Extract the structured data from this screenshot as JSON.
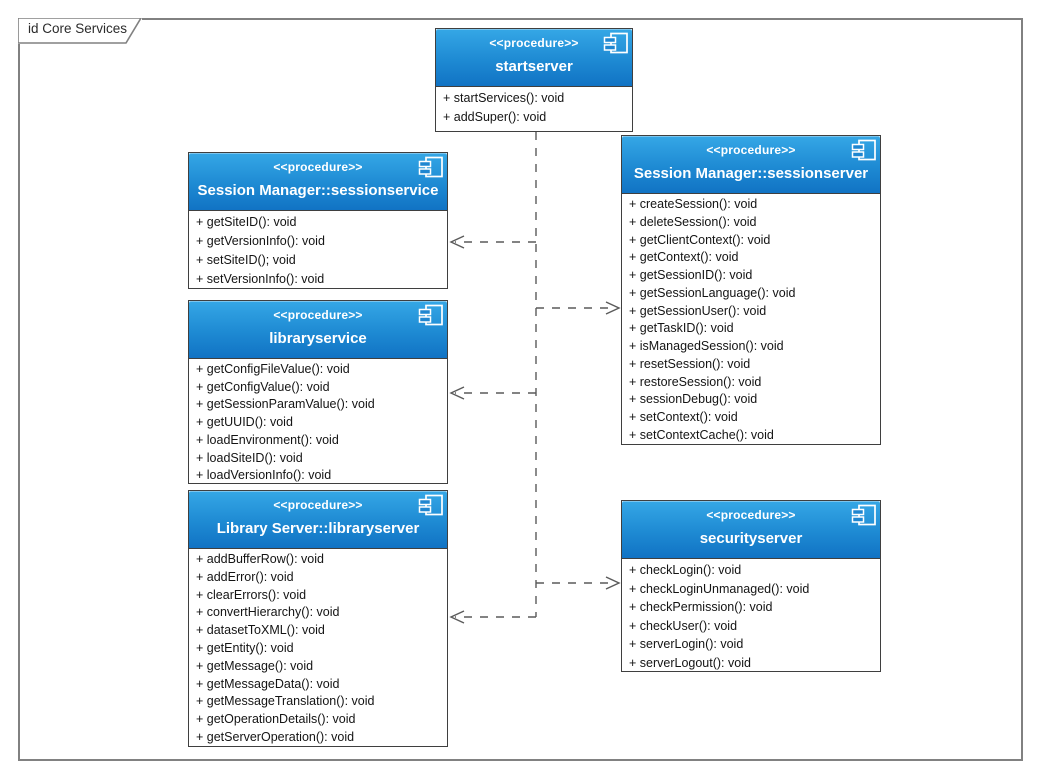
{
  "frame": {
    "label": "id Core Services"
  },
  "colors": {
    "header_gradient_top": "#35a7e6",
    "header_gradient_bottom": "#1173c4",
    "box_border": "#3f3f3f",
    "frame_border": "#818181",
    "connector": "#5a5a5a",
    "header_text": "#ffffff",
    "method_text": "#141414"
  },
  "boxes": [
    {
      "id": "startserver",
      "stereotype": "<<procedure>>",
      "name": "startserver",
      "methods": [
        "+ startServices(): void",
        "+ addSuper(): void"
      ]
    },
    {
      "id": "sessionservice",
      "stereotype": "<<procedure>>",
      "name": "Session Manager::sessionservice",
      "methods": [
        "+ getSiteID(): void",
        "+ getVersionInfo(): void",
        "+ setSiteID(); void",
        "+ setVersionInfo(): void"
      ]
    },
    {
      "id": "libraryservice",
      "stereotype": "<<procedure>>",
      "name": "libraryservice",
      "methods": [
        "+ getConfigFileValue(): void",
        "+ getConfigValue(): void",
        "+ getSessionParamValue(): void",
        "+ getUUID(): void",
        "+ loadEnvironment(): void",
        "+ loadSiteID(): void",
        "+ loadVersionInfo(): void"
      ]
    },
    {
      "id": "libraryserver",
      "stereotype": "<<procedure>>",
      "name": "Library Server::libraryserver",
      "methods": [
        "+ addBufferRow(): void",
        "+ addError(): void",
        "+ clearErrors(): void",
        "+ convertHierarchy(): void",
        "+ datasetToXML(): void",
        "+ getEntity(): void",
        "+ getMessage(): void",
        "+ getMessageData(): void",
        "+ getMessageTranslation(): void",
        "+ getOperationDetails(): void",
        "+ getServerOperation(): void"
      ]
    },
    {
      "id": "sessionserver",
      "stereotype": "<<procedure>>",
      "name": "Session Manager::sessionserver",
      "methods": [
        "+ createSession(): void",
        "+ deleteSession(): void",
        "+ getClientContext(): void",
        "+ getContext(): void",
        "+ getSessionID(): void",
        "+ getSessionLanguage(): void",
        "+ getSessionUser(): void",
        "+ getTaskID(): void",
        "+ isManagedSession(): void",
        "+ resetSession(): void",
        "+ restoreSession(): void",
        "+ sessionDebug(): void",
        "+ setContext(): void",
        "+ setContextCache(): void"
      ]
    },
    {
      "id": "securityserver",
      "stereotype": "<<procedure>>",
      "name": "securityserver",
      "methods": [
        "+ checkLogin(): void",
        "+ checkLoginUnmanaged(): void",
        "+ checkPermission(): void",
        "+ checkUser(): void",
        "+ serverLogin(): void",
        "+ serverLogout(): void"
      ]
    }
  ],
  "edges": [
    {
      "from": "startserver",
      "to": "Session Manager::sessionservice",
      "type": "dashed-dependency"
    },
    {
      "from": "startserver",
      "to": "Session Manager::sessionserver",
      "type": "dashed-dependency"
    },
    {
      "from": "startserver",
      "to": "libraryservice",
      "type": "dashed-dependency"
    },
    {
      "from": "startserver",
      "to": "securityserver",
      "type": "dashed-dependency"
    },
    {
      "from": "startserver",
      "to": "Library Server::libraryserver",
      "type": "dashed-dependency"
    }
  ]
}
